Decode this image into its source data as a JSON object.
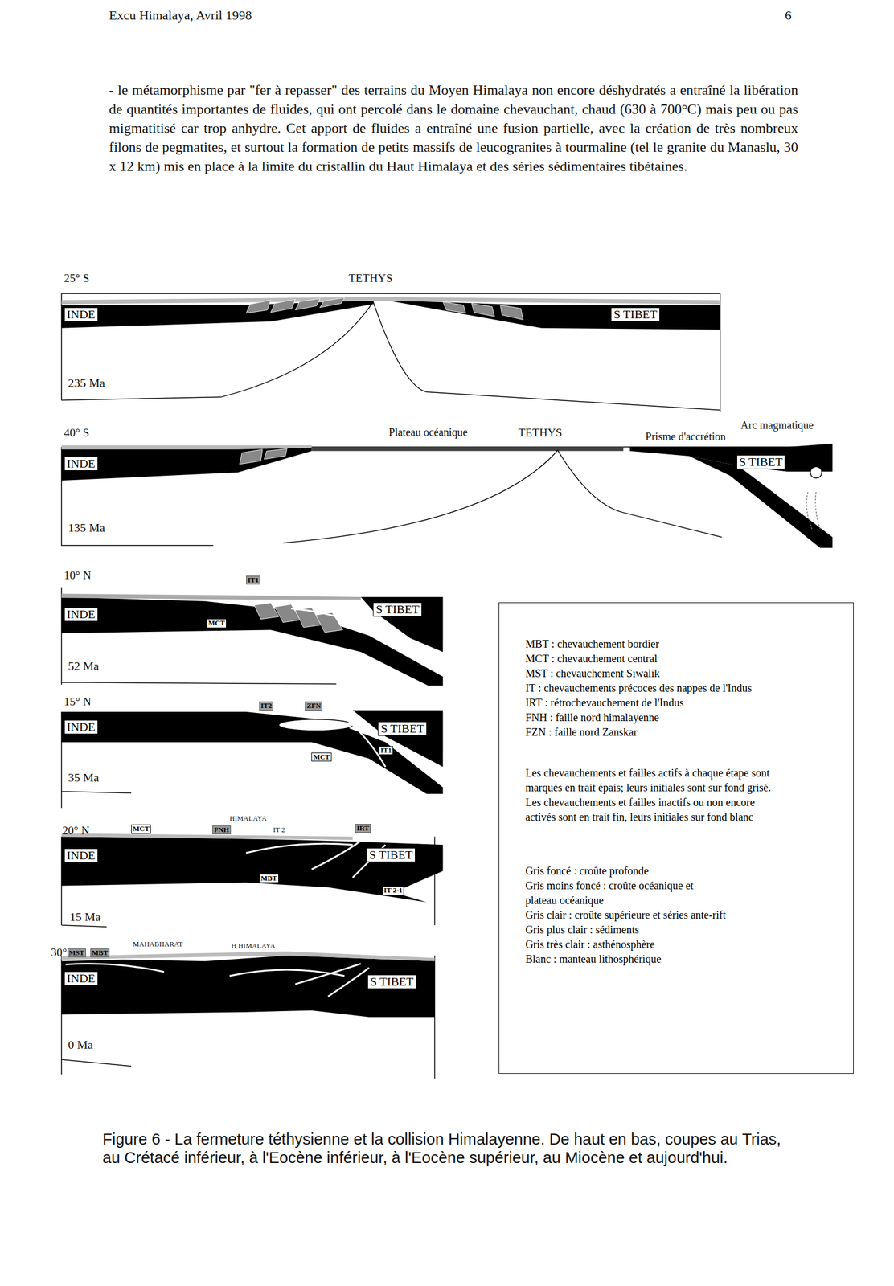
{
  "diagram": {
    "caption": "Figure 6 - La fermeture téthysienne et la collision Himalayenne. De haut en bas, coupes au Trias, au Crétacé inférieur, à l'Eocène inférieur, à l'Eocène supérieur, au Miocène et aujourd'hui.",
    "nodes": [
      {
        "text": [
          "INDE"
        ]
      },
      {
        "text": [
          "S TIBET"
        ]
      },
      {
        "text": [
          "INDE"
        ]
      },
      {
        "text": [
          "S TIBET"
        ]
      },
      {
        "text": [
          "IT1"
        ]
      },
      {
        "text": [
          "INDE"
        ]
      },
      {
        "text": [
          "MCT"
        ]
      },
      {
        "text": [
          "S TIBET"
        ]
      },
      {
        "text": [
          "IT2"
        ]
      },
      {
        "text": [
          "ZFN"
        ]
      },
      {
        "text": [
          "INDE"
        ]
      },
      {
        "text": [
          "S TIBET"
        ]
      },
      {
        "text": [
          "IT1"
        ]
      },
      {
        "text": [
          "MCT"
        ]
      },
      {
        "text": [
          "MCT"
        ]
      },
      {
        "text": [
          "FNH"
        ]
      },
      {
        "text": [
          "IRT"
        ]
      },
      {
        "text": [
          "INDE"
        ]
      },
      {
        "text": [
          "S TIBET"
        ]
      },
      {
        "text": [
          "MBT"
        ]
      },
      {
        "text": [
          "IT 2-1"
        ]
      },
      {
        "text": [
          "MST"
        ]
      },
      {
        "text": [
          "MBT"
        ]
      },
      {
        "text": [
          "INDE"
        ]
      },
      {
        "text": [
          "S TIBET"
        ]
      },
      {
        "text": [
          "MBT : chevauchement bordier",
          "MCT : chevauchement central",
          "MST : chevauchement Siwalik",
          "IT : chevauchements précoces des nappes de l'Indus",
          "IRT : rétrochevauchement de l'Indus",
          "FNH : faille nord himalayenne",
          "FZN : faille nord Zanskar",
          "Les chevauchements et failles actifs à chaque étape sont marqués en trait épais; leurs initiales sont sur fond grisé.",
          "Les chevauchements et failles inactifs ou non encore activés sont en trait fin, leurs initiales sur fond blanc",
          "Gris foncé : croûte profonde",
          "Gris moins foncé : croûte océanique et plateau océanique",
          "Gris clair : croûte supérieure et séries ante-rift",
          "Gris plus clair : sédiments",
          "Gris très clair : asthénosphère",
          "Blanc : manteau lithosphérique"
        ]
      }
    ],
    "labels": [
      "Excu Himalaya, Avril 1998",
      "6",
      "- le métamorphisme par \"fer à repasser\" des terrains du Moyen Himalaya non encore déshydratés a entraîné la libération de quantités importantes de fluides, qui ont percolé dans le domaine chevauchant, chaud (630 à 700°C) mais peu ou pas migmatitisé car trop anhydre. Cet apport de fluides a entraîné une fusion partielle, avec la création de très nombreux filons de pegmatites, et surtout la formation de petits massifs de leucogranites à tourmaline (tel le granite du Manaslu, 30 x 12 km) mis en place à la limite du cristallin du Haut Himalaya et des séries sédimentaires tibétaines.",
      "25° S",
      "TETHYS",
      "235 Ma",
      "40° S",
      "Plateau océanique",
      "TETHYS",
      "Prisme d'accrétion",
      "Arc magmatique",
      "135 Ma",
      "10° N",
      "52 Ma",
      "15° N",
      "35 Ma",
      "HIMALAYA",
      "20° N",
      "IT 2",
      "15 Ma",
      "30° N",
      "MAHABHARAT",
      "H HIMALAYA",
      "0 Ma"
    ]
  }
}
